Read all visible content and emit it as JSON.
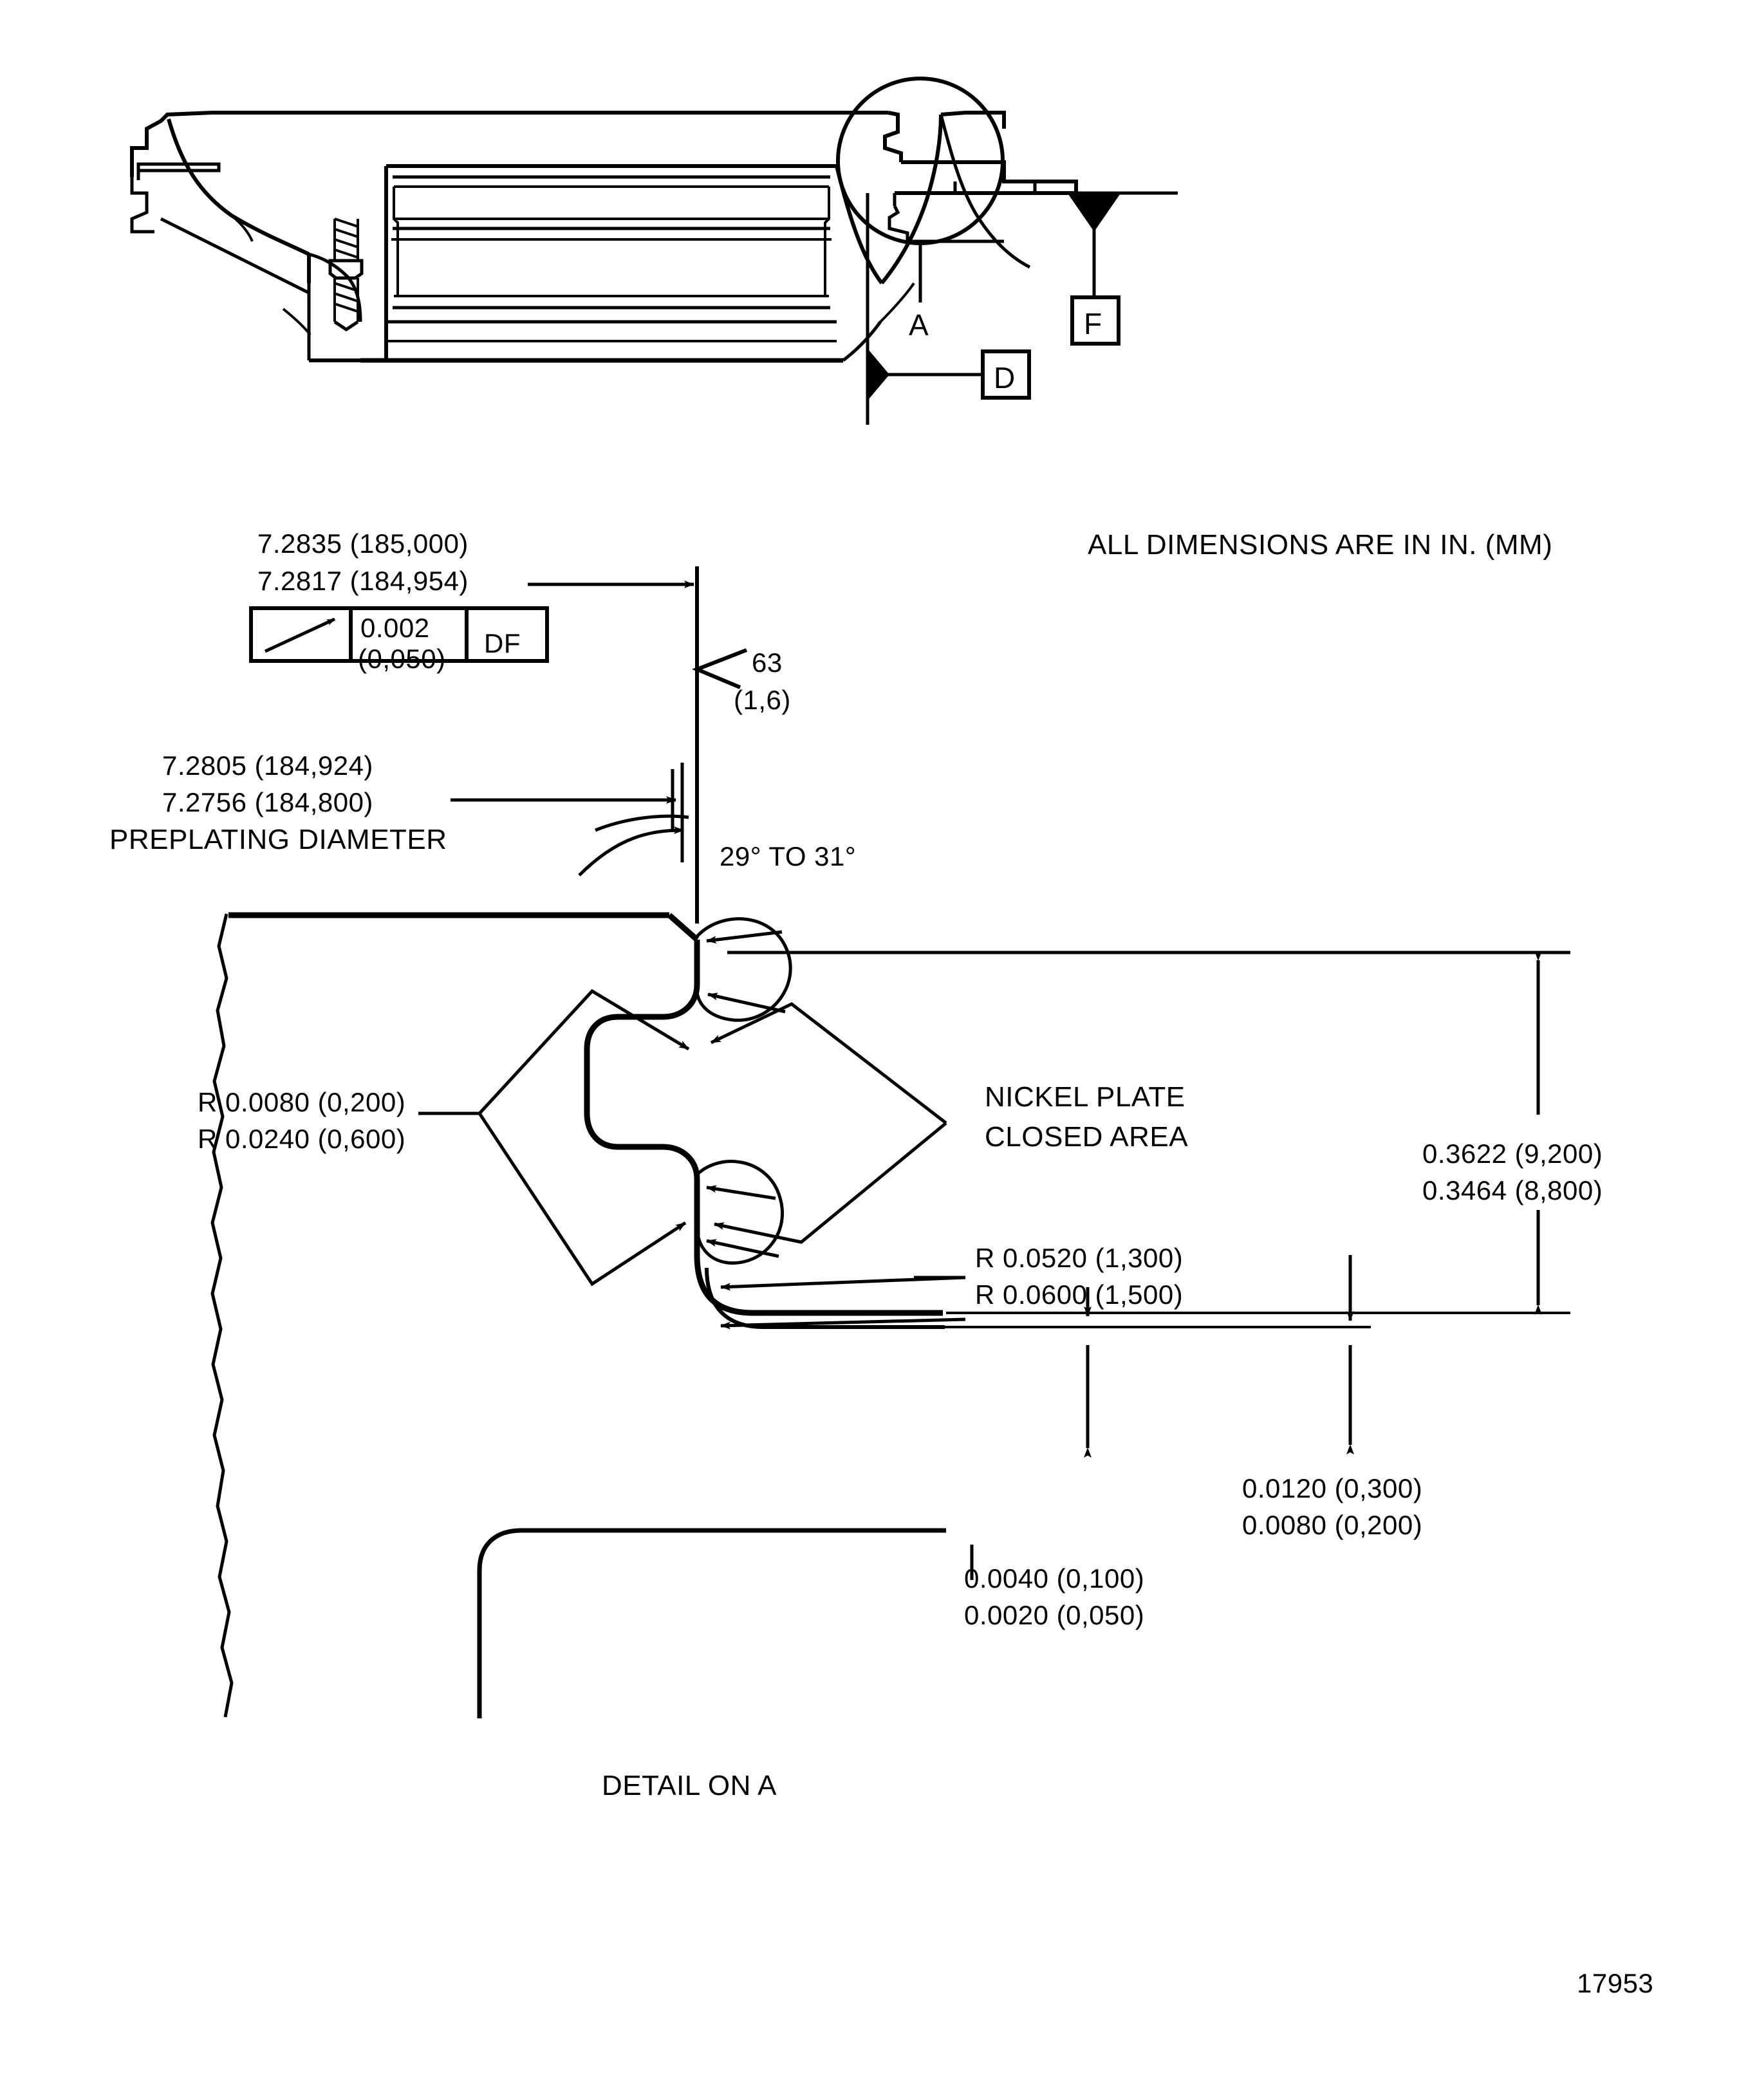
{
  "sheet": {
    "drawing_number": "17953",
    "general_note": "ALL DIMENSIONS ARE IN IN. (MM)",
    "detail_title": "DETAIL ON A"
  },
  "section_view": {
    "detail_bubble_label": "A",
    "datum_f": "F",
    "datum_d": "D"
  },
  "detail_view": {
    "plated_diameter": {
      "upper": "7.2835 (185,000)",
      "lower": "7.2817 (184,954)"
    },
    "feature_control_frame": {
      "symbol": "profile-angularity-arrow",
      "tolerance_in": "0.002",
      "tolerance_mm": "(0,050)",
      "datum": "DF"
    },
    "preplating_diameter": {
      "upper": "7.2805 (184,924)",
      "lower": "7.2756 (184,800)",
      "caption": "PREPLATING DIAMETER"
    },
    "surface_finish": {
      "value_in": "63",
      "value_mm": "(1,6)"
    },
    "angle_callout": "29° TO 31°",
    "radius_left": {
      "upper": "R 0.0080 (0,200)",
      "lower": "R 0.0240 (0,600)"
    },
    "radius_right": {
      "upper": "R 0.0520 (1,300)",
      "lower": "R 0.0600 (1,500)"
    },
    "nickel_plate_note": {
      "line1": "NICKEL PLATE",
      "line2": "CLOSED AREA"
    },
    "height_dimension": {
      "upper": "0.3622 (9,200)",
      "lower": "0.3464 (8,800)"
    },
    "plate_thickness_right": {
      "upper": "0.0120 (0,300)",
      "lower": "0.0080 (0,200)"
    },
    "plate_thickness_bottom": {
      "upper": "0.0040 (0,100)",
      "lower": "0.0020 (0,050)"
    }
  }
}
